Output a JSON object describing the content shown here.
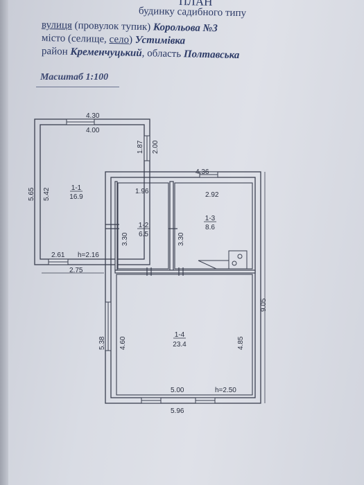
{
  "header": {
    "title": "ПЛАН",
    "subtitle": "будинку садибного типу",
    "street_label": "вулиця",
    "street_rest": " (провулок тупик) ",
    "street_value": "Корольова №3",
    "city_label_start": "місто (селище, ",
    "city_label_underlined": "село",
    "city_label_end": ") ",
    "city_value": "Устимівка",
    "district_label": "район ",
    "district_value": "Кременчуцький",
    "region_label": ", область ",
    "region_value": "Полтавська"
  },
  "scale": "Масштаб 1:100",
  "plan": {
    "dims": {
      "top_outer": "4.30",
      "top_inner": "4.00",
      "right_inner": "1.87",
      "right_outer": "2.00",
      "left_outer": "5.65",
      "left_inner": "5.42",
      "bottom_inner_1": "2.61",
      "height_1": "h=2.16",
      "bottom_outer_1": "2.75",
      "top_rear_outer": "4.36",
      "room2_width": "1.96",
      "room3_width": "2.92",
      "room2_height": "3.30",
      "room3_height": "3.30",
      "right_total": "9.05",
      "room4_left_outer": "5.38",
      "room4_left_inner": "4.60",
      "room4_right_inner": "4.85",
      "bottom_inner_4": "5.00",
      "height_4": "h=2.50",
      "bottom_outer_4": "5.96"
    },
    "rooms": [
      {
        "id": "1-1",
        "area": "16.9"
      },
      {
        "id": "1-2",
        "area": "6.5"
      },
      {
        "id": "1-3",
        "area": "8.6"
      },
      {
        "id": "1-4",
        "area": "23.4"
      }
    ]
  }
}
